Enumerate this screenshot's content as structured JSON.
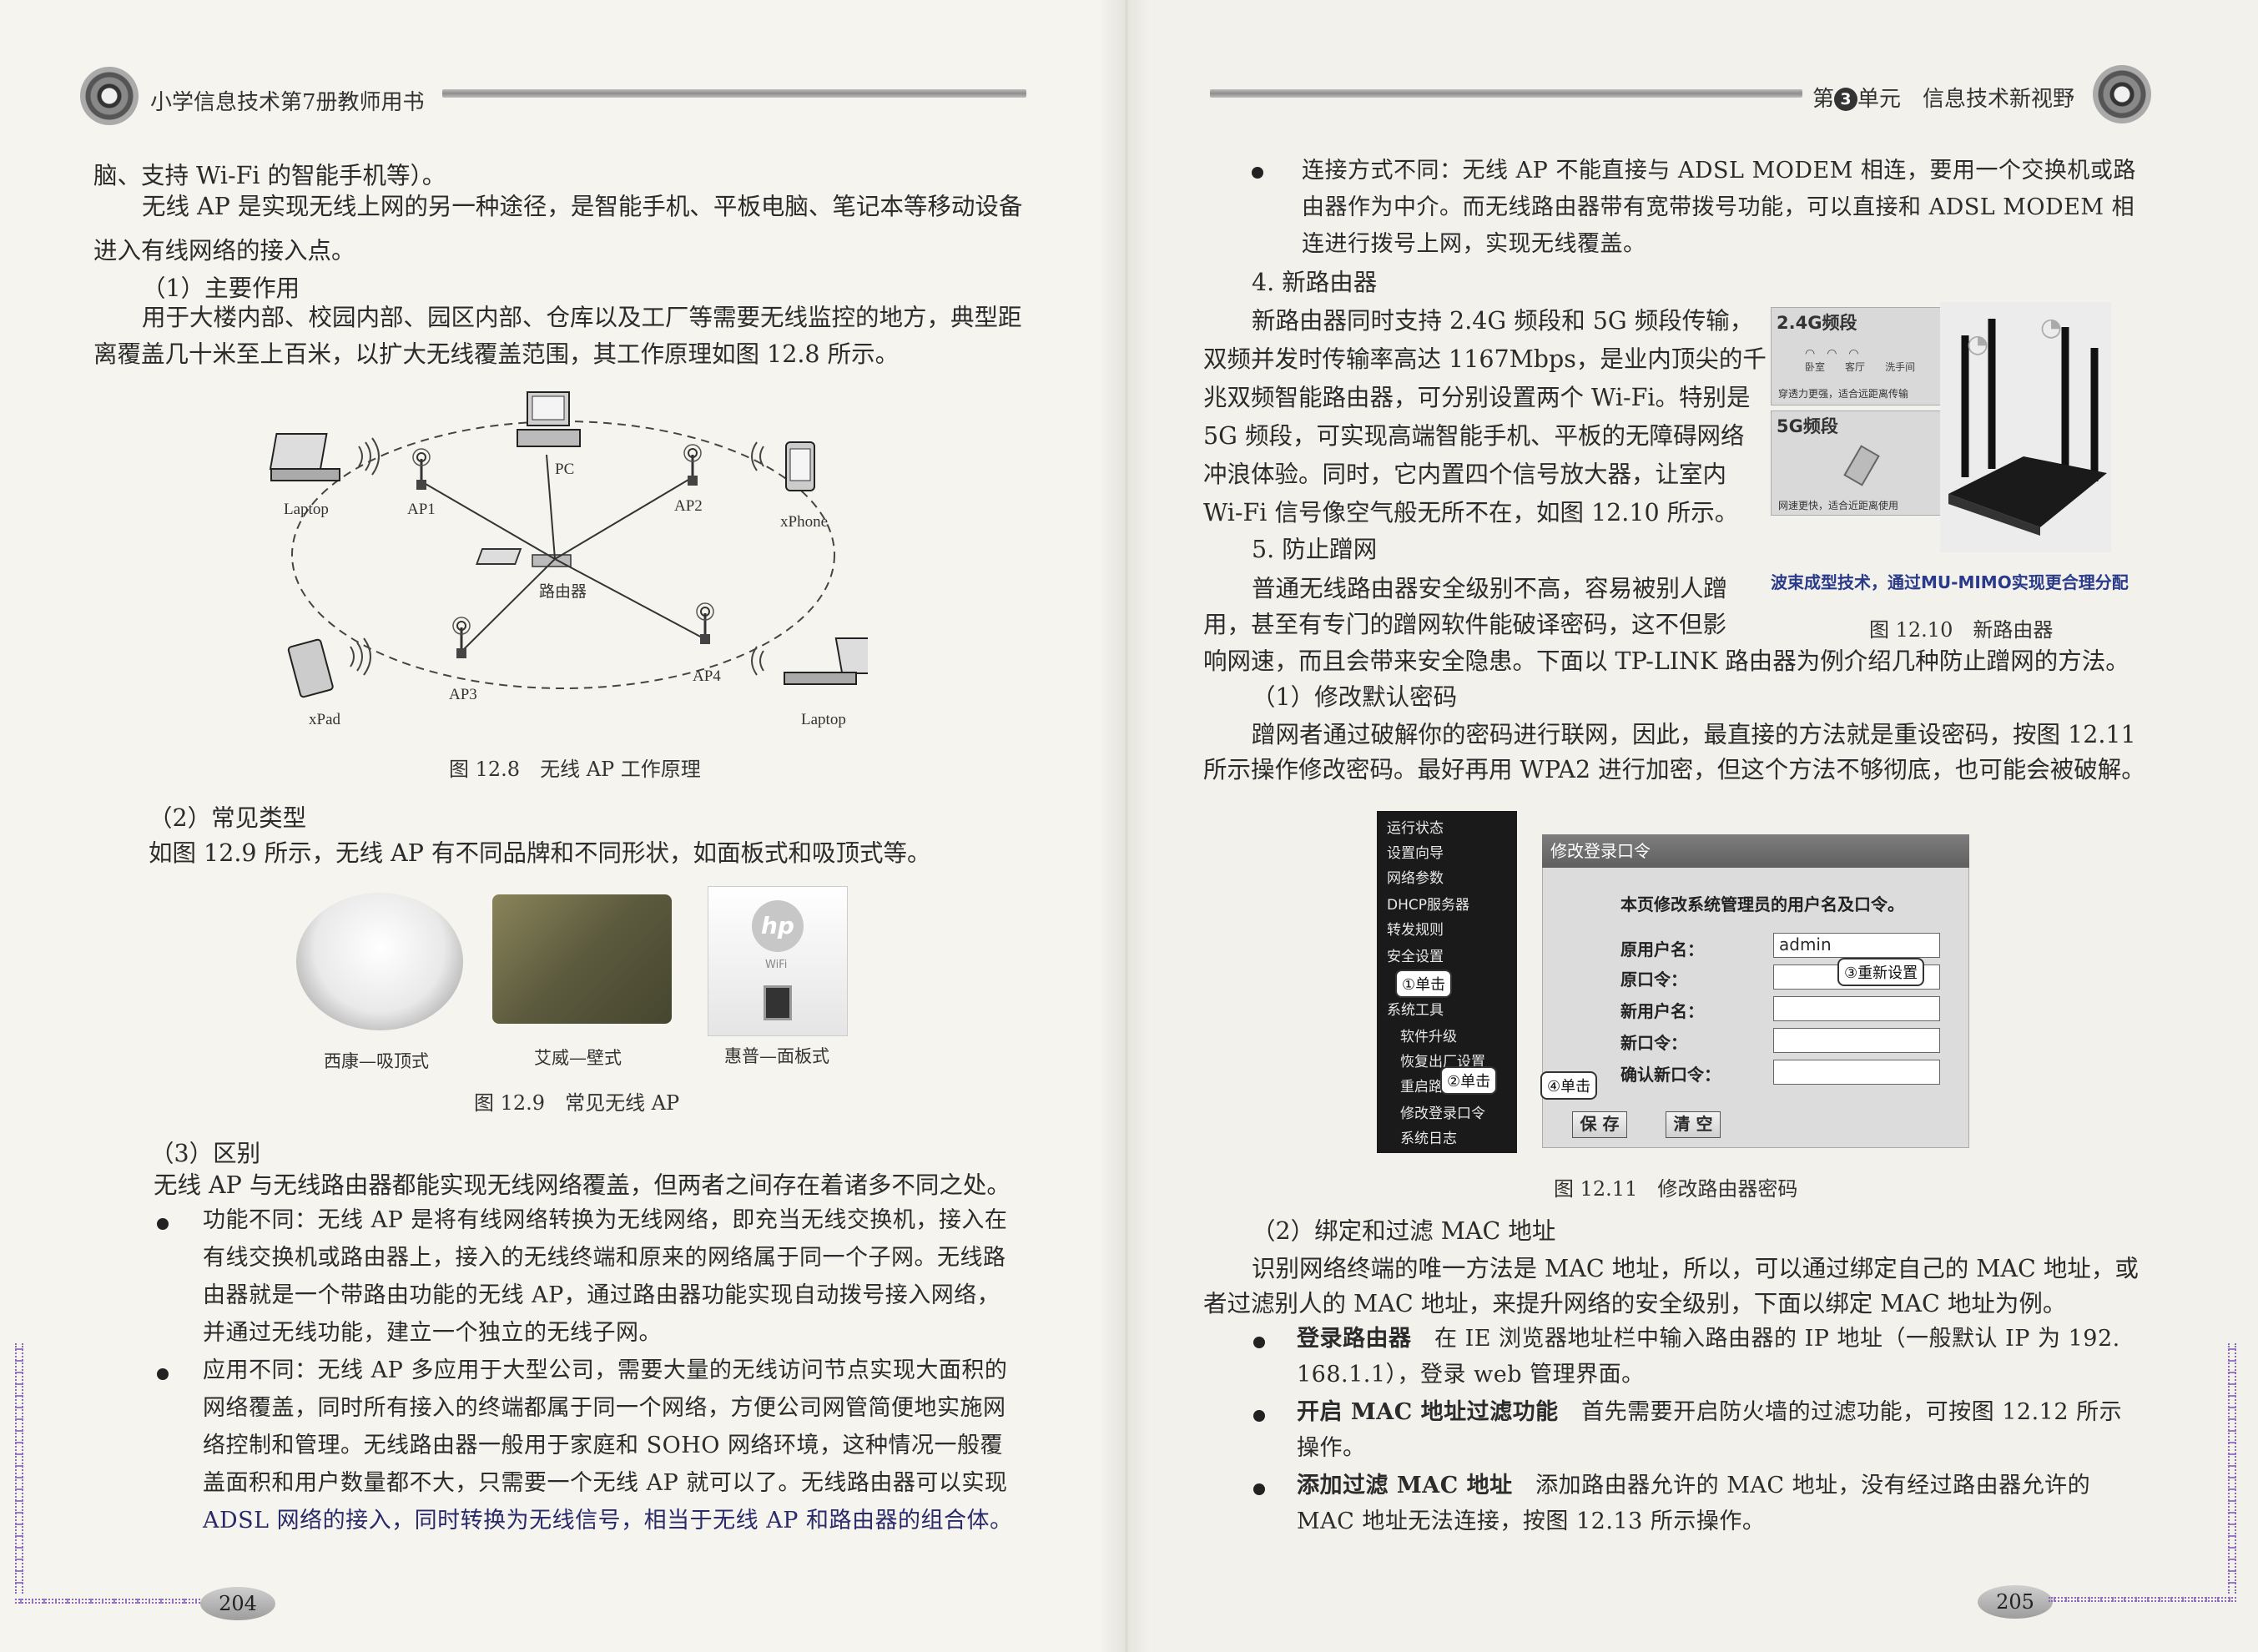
{
  "left_page": {
    "header_title": "小学信息技术第7册教师用书",
    "page_number": "204",
    "paragraphs": {
      "p1": "脑、支持 Wi-Fi 的智能手机等）。",
      "p2a": "无线 AP 是实现无线上网的另一种途径，是智能手机、平板电脑、笔记本等移动设备",
      "p2b": "进入有线网络的接入点。",
      "h1": "（1）主要作用",
      "p3a": "用于大楼内部、校园内部、园区内部、仓库以及工厂等需要无线监控的地方，典型距",
      "p3b": "离覆盖几十米至上百米，以扩大无线覆盖范围，其工作原理如图 12.8 所示。",
      "h2": "（2）常见类型",
      "p4": "如图 12.9 所示，无线 AP 有不同品牌和不同形状，如面板式和吸顶式等。",
      "h3": "（3）区别",
      "p5": "无线 AP 与无线路由器都能实现无线网络覆盖，但两者之间存在着诸多不同之处。"
    },
    "bullets": [
      {
        "lines": [
          "功能不同：无线 AP 是将有线网络转换为无线网络，即充当无线交换机，接入在",
          "有线交换机或路由器上，接入的无线终端和原来的网络属于同一个子网。无线路",
          "由器就是一个带路由功能的无线 AP，通过路由器功能实现自动拨号接入网络，",
          "并通过无线功能，建立一个独立的无线子网。"
        ]
      },
      {
        "lines": [
          "应用不同：无线 AP 多应用于大型公司，需要大量的无线访问节点实现大面积的",
          "网络覆盖，同时所有接入的终端都属于同一个网络，方便公司网管简便地实施网",
          "络控制和管理。无线路由器一般用于家庭和 SOHO 网络环境，这种情况一般覆",
          "盖面积和用户数量都不大，只需要一个无线 AP 就可以了。无线路由器可以实现",
          "ADSL 网络的接入，同时转换为无线信号，相当于无线 AP 和路由器的组合体。"
        ]
      }
    ],
    "figure_12_8": {
      "caption": "图 12.8　无线 AP 工作原理",
      "labels": {
        "laptop1": "Laptop",
        "pc": "PC",
        "ap1": "AP1",
        "ap2": "AP2",
        "xphone": "xPhone",
        "router": "路由器",
        "ap3": "AP3",
        "ap4": "AP4",
        "xpad": "xPad",
        "laptop2": "Laptop"
      }
    },
    "figure_12_9": {
      "caption": "图 12.9　常见无线 AP",
      "items": [
        "西康—吸顶式",
        "艾威—壁式",
        "惠普—面板式"
      ],
      "hp_logo": "hp",
      "wifi_text": "WiFi"
    }
  },
  "right_page": {
    "header_unit": "第",
    "header_unit_num": "3",
    "header_unit_suffix": "单元　信息技术新视野",
    "page_number": "205",
    "bullet0": {
      "lines": [
        "连接方式不同：无线 AP 不能直接与 ADSL MODEM 相连，要用一个交换机或路",
        "由器作为中介。而无线路由器带有宽带拨号功能，可以直接和 ADSL MODEM 相",
        "连进行拨号上网，实现无线覆盖。"
      ]
    },
    "h4": "4. 新路由器",
    "p6": [
      "新路由器同时支持 2.4G 频段和 5G 频段传输，",
      "双频并发时传输率高达 1167Mbps，是业内顶尖的千",
      "兆双频智能路由器，可分别设置两个 Wi-Fi。特别是",
      "5G 频段，可实现高端智能手机、平板的无障碍网络",
      "冲浪体验。同时，它内置四个信号放大器，让室内",
      "Wi-Fi 信号像空气般无所不在，如图 12.10 所示。"
    ],
    "h5": "5. 防止蹭网",
    "p7": [
      "普通无线路由器安全级别不高，容易被别人蹭",
      "用，甚至有专门的蹭网软件能破译密码，这不但影",
      "响网速，而且会带来安全隐患。下面以 TP-LINK 路由器为例介绍几种防止蹭网的方法。"
    ],
    "h6": "（1）修改默认密码",
    "p8": [
      "蹭网者通过破解你的密码进行联网，因此，最直接的方法就是重设密码，按图 12.11",
      "所示操作修改密码。最好再用 WPA2 进行加密，但这个方法不够彻底，也可能会被破解。"
    ],
    "figure_12_10": {
      "caption": "图 12.10　新路由器",
      "band1": "2.4G频段",
      "band1_sub": "穿透力更强，适合远距离传输",
      "band1_icons": [
        "卧室",
        "客厅",
        "洗手间"
      ],
      "band2": "5G频段",
      "band2_sub": "网速更快，适合近距离使用",
      "banner": "波束成型技术，通过MU-MIMO实现更合理分配"
    },
    "figure_12_11": {
      "caption": "图 12.11　修改路由器密码",
      "menu": [
        "运行状态",
        "设置向导",
        "网络参数",
        "DHCP服务器",
        "转发规则",
        "安全设置",
        "系统工具",
        "软件升级",
        "恢复出厂设置",
        "重启路由器",
        "修改登录口令",
        "系统日志"
      ],
      "title": "修改登录口令",
      "intro": "本页修改系统管理员的用户名及口令。",
      "fields": [
        "原用户名：",
        "原口令：",
        "新用户名：",
        "新口令：",
        "确认新口令："
      ],
      "username_value": "admin",
      "save": "保 存",
      "clear": "清 空",
      "callouts": [
        "①单击",
        "②单击",
        "③重新设置",
        "④单击"
      ]
    },
    "h7": "（2）绑定和过滤 MAC 地址",
    "p9": [
      "识别网络终端的唯一方法是 MAC 地址，所以，可以通过绑定自己的 MAC 地址，或",
      "者过滤别人的 MAC 地址，来提升网络的安全级别，下面以绑定 MAC 地址为例。"
    ],
    "bullets": [
      {
        "bold": "登录路由器",
        "lines": [
          "　在 IE 浏览器地址栏中输入路由器的 IP 地址（一般默认 IP 为 192.",
          "168.1.1），登录 web 管理界面。"
        ]
      },
      {
        "bold": "开启 MAC 地址过滤功能",
        "lines": [
          "　首先需要开启防火墙的过滤功能，可按图 12.12 所示",
          "操作。"
        ]
      },
      {
        "bold": "添加过滤 MAC 地址",
        "lines": [
          "　添加路由器允许的 MAC 地址，没有经过路由器允许的",
          "MAC 地址无法连接，按图 12.13 所示操作。"
        ]
      }
    ]
  }
}
